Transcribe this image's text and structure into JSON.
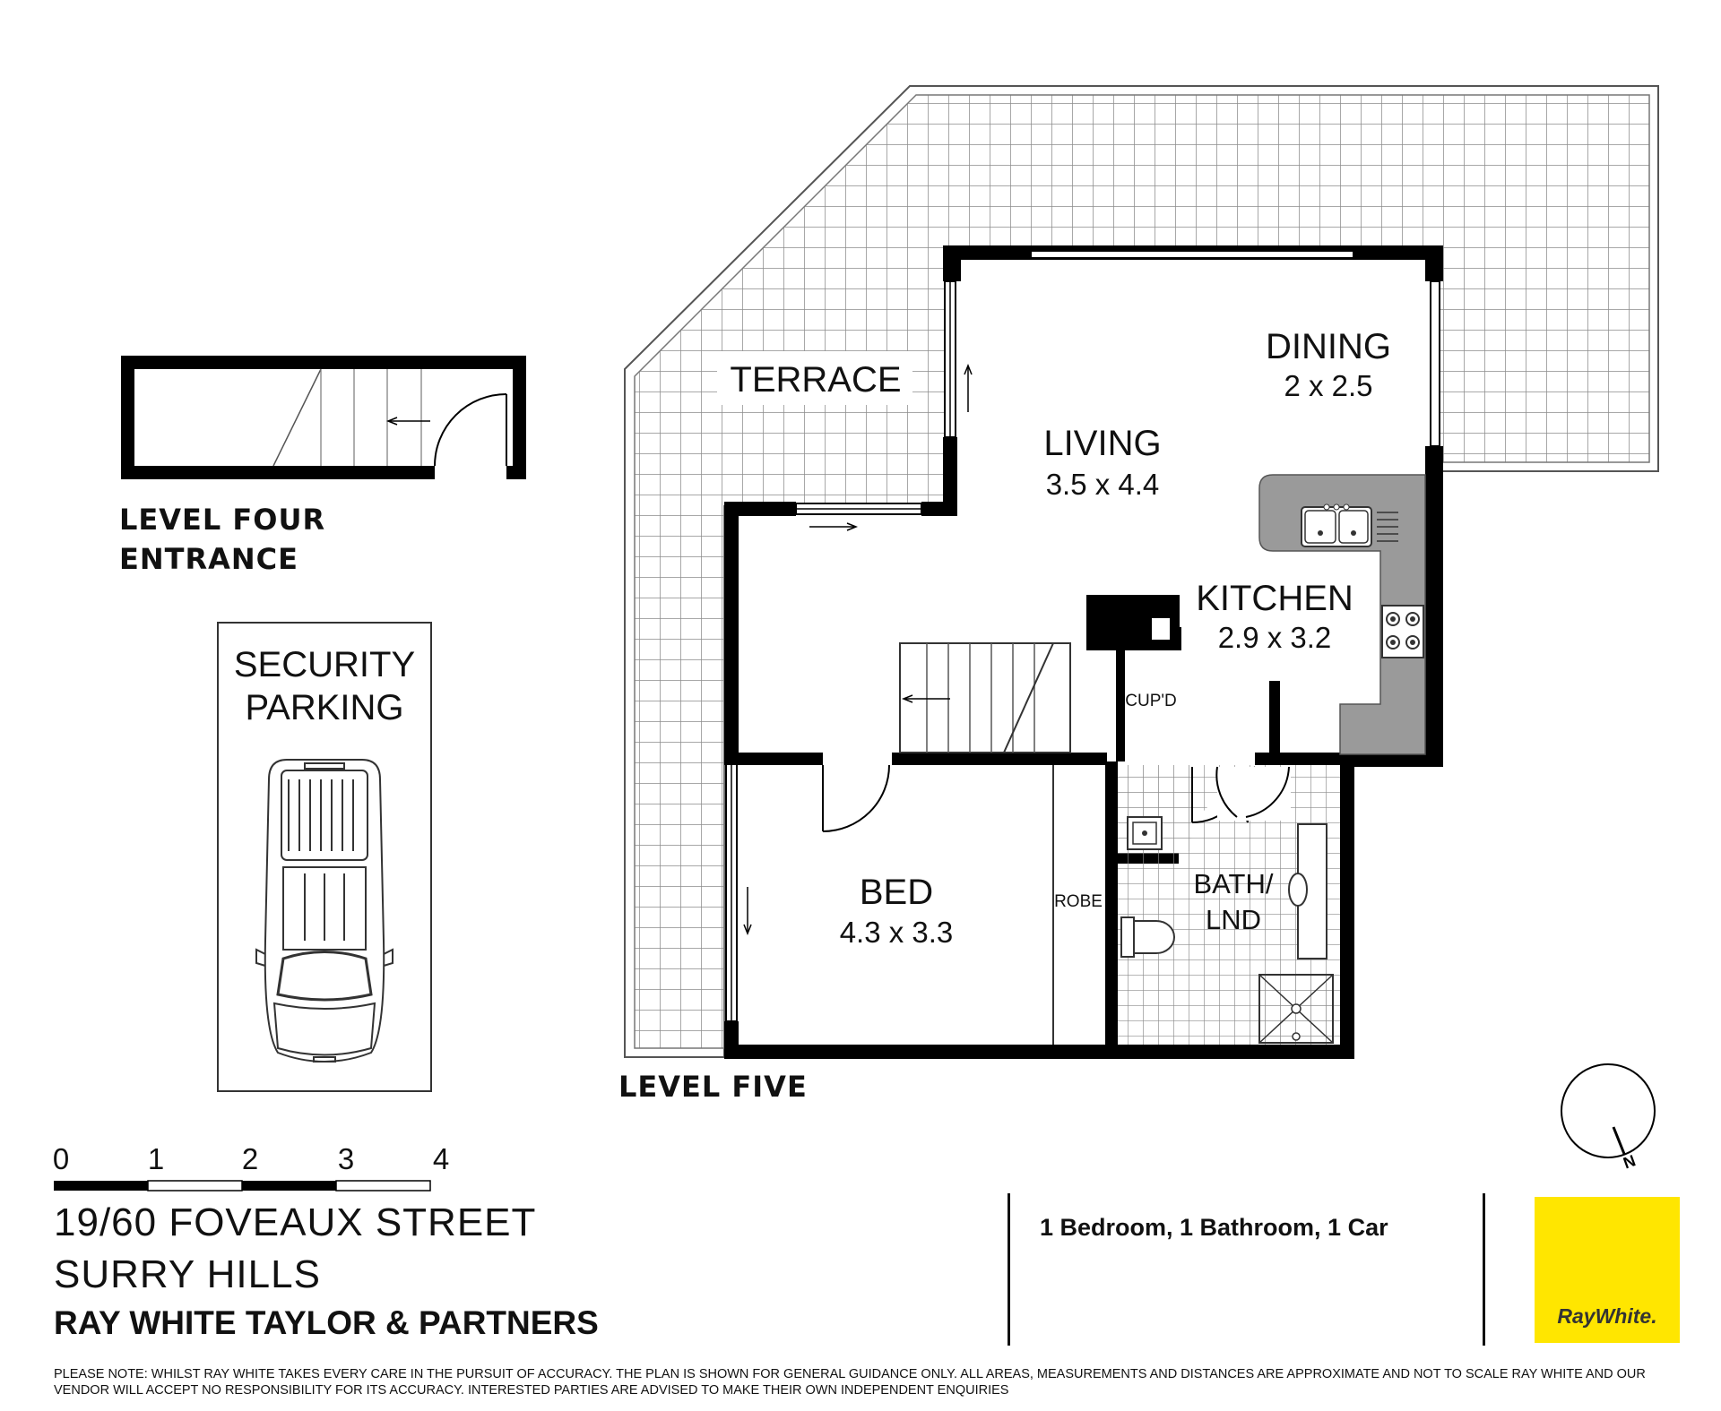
{
  "colors": {
    "wall": "#000000",
    "grid": "#8c8c8c",
    "counter": "#9a9a9a",
    "brand_yellow": "#FFE600"
  },
  "rooms": {
    "terrace": "TERRACE",
    "dining": {
      "name": "DINING",
      "dims": "2 x 2.5"
    },
    "living": {
      "name": "LIVING",
      "dims": "3.5 x 4.4"
    },
    "kitchen": {
      "name": "KITCHEN",
      "dims": "2.9 x 3.2"
    },
    "bed": {
      "name": "BED",
      "dims": "4.3 x 3.3"
    },
    "bath": {
      "line1": "BATH/",
      "line2": "LND"
    },
    "cupd": "CUP'D",
    "robe": "ROBE",
    "security_parking": {
      "line1": "SECURITY",
      "line2": "PARKING"
    }
  },
  "levels": {
    "level_four": {
      "line1": "LEVEL FOUR",
      "line2": "ENTRANCE"
    },
    "level_five": "LEVEL FIVE"
  },
  "compass": {
    "north_label": "N"
  },
  "scale_bar": {
    "ticks": [
      "0",
      "1",
      "2",
      "3",
      "4"
    ]
  },
  "property": {
    "address_line1": "19/60 FOVEAUX STREET",
    "address_line2": "SURRY HILLS",
    "agency": "RAY WHITE TAYLOR & PARTNERS",
    "specs": "1 Bedroom, 1 Bathroom, 1 Car"
  },
  "logo": {
    "text": "RayWhite."
  },
  "disclaimer": "PLEASE NOTE: WHILST RAY WHITE TAKES EVERY CARE IN THE PURSUIT OF ACCURACY. THE PLAN IS SHOWN FOR GENERAL GUIDANCE ONLY. ALL AREAS, MEASUREMENTS AND DISTANCES ARE APPROXIMATE AND NOT TO SCALE RAY WHITE AND OUR VENDOR WILL ACCEPT NO RESPONSIBILITY FOR ITS ACCURACY. INTERESTED PARTIES ARE ADVISED TO MAKE THEIR OWN INDEPENDENT ENQUIRIES"
}
